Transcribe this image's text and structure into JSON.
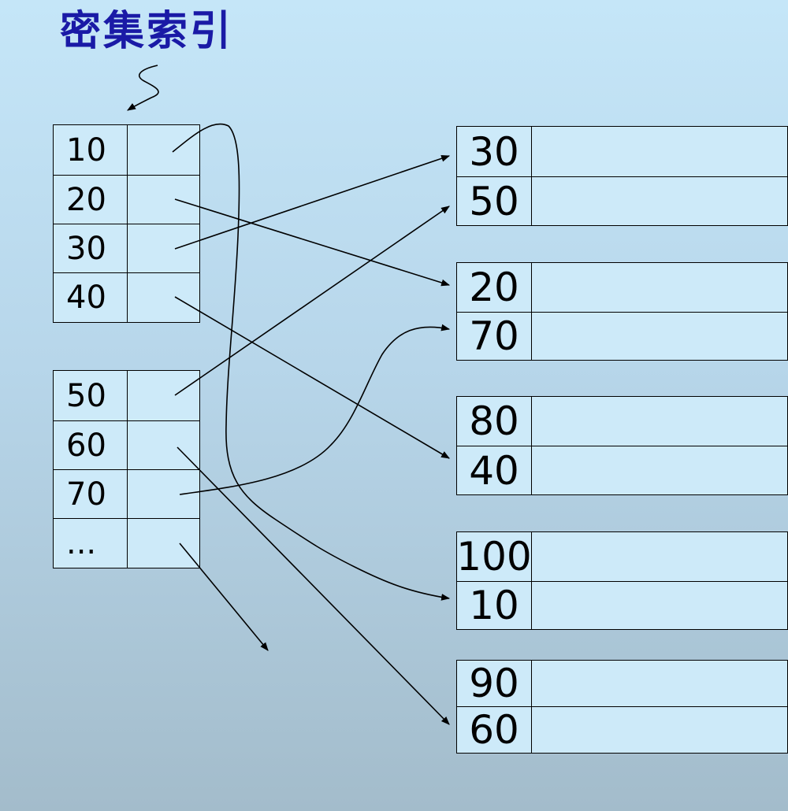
{
  "title": "密集索引",
  "index_blocks": [
    {
      "keys": [
        "10",
        "20",
        "30",
        "40"
      ]
    },
    {
      "keys": [
        "50",
        "60",
        "70",
        "..."
      ]
    }
  ],
  "data_blocks": [
    {
      "keys": [
        "30",
        "50"
      ]
    },
    {
      "keys": [
        "20",
        "70"
      ]
    },
    {
      "keys": [
        "80",
        "40"
      ]
    },
    {
      "keys": [
        "100",
        "10"
      ]
    },
    {
      "keys": [
        "90",
        "60"
      ]
    }
  ],
  "pointers": [
    {
      "from": "10",
      "to": "10"
    },
    {
      "from": "20",
      "to": "20"
    },
    {
      "from": "30",
      "to": "30"
    },
    {
      "from": "40",
      "to": "40"
    },
    {
      "from": "50",
      "to": "50"
    },
    {
      "from": "60",
      "to": "60"
    },
    {
      "from": "70",
      "to": "70"
    },
    {
      "from": "...",
      "to": "next"
    }
  ],
  "colors": {
    "title": "#1a1aa6",
    "cell": "#cdeaf9",
    "line": "#000000"
  }
}
